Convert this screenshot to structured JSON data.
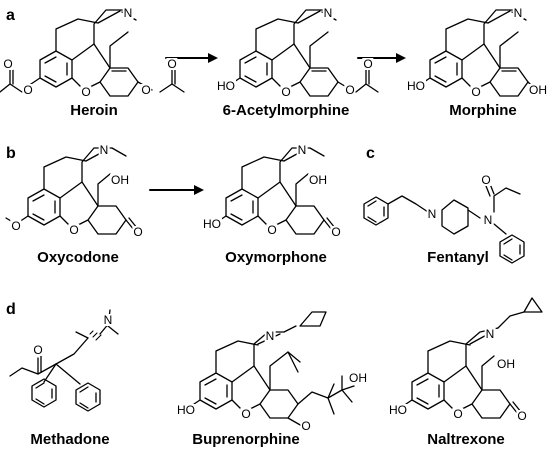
{
  "panels": {
    "a": "a",
    "b": "b",
    "c": "c",
    "d": "d"
  },
  "molecules": {
    "heroin": "Heroin",
    "acetylmorphine": "6-Acetylmorphine",
    "morphine": "Morphine",
    "oxycodone": "Oxycodone",
    "oxymorphone": "Oxymorphone",
    "fentanyl": "Fentanyl",
    "methadone": "Methadone",
    "buprenorphine": "Buprenorphine",
    "naltrexone": "Naltrexone"
  },
  "atoms": {
    "N": "N",
    "O": "O",
    "OH": "OH",
    "HO": "HO"
  }
}
